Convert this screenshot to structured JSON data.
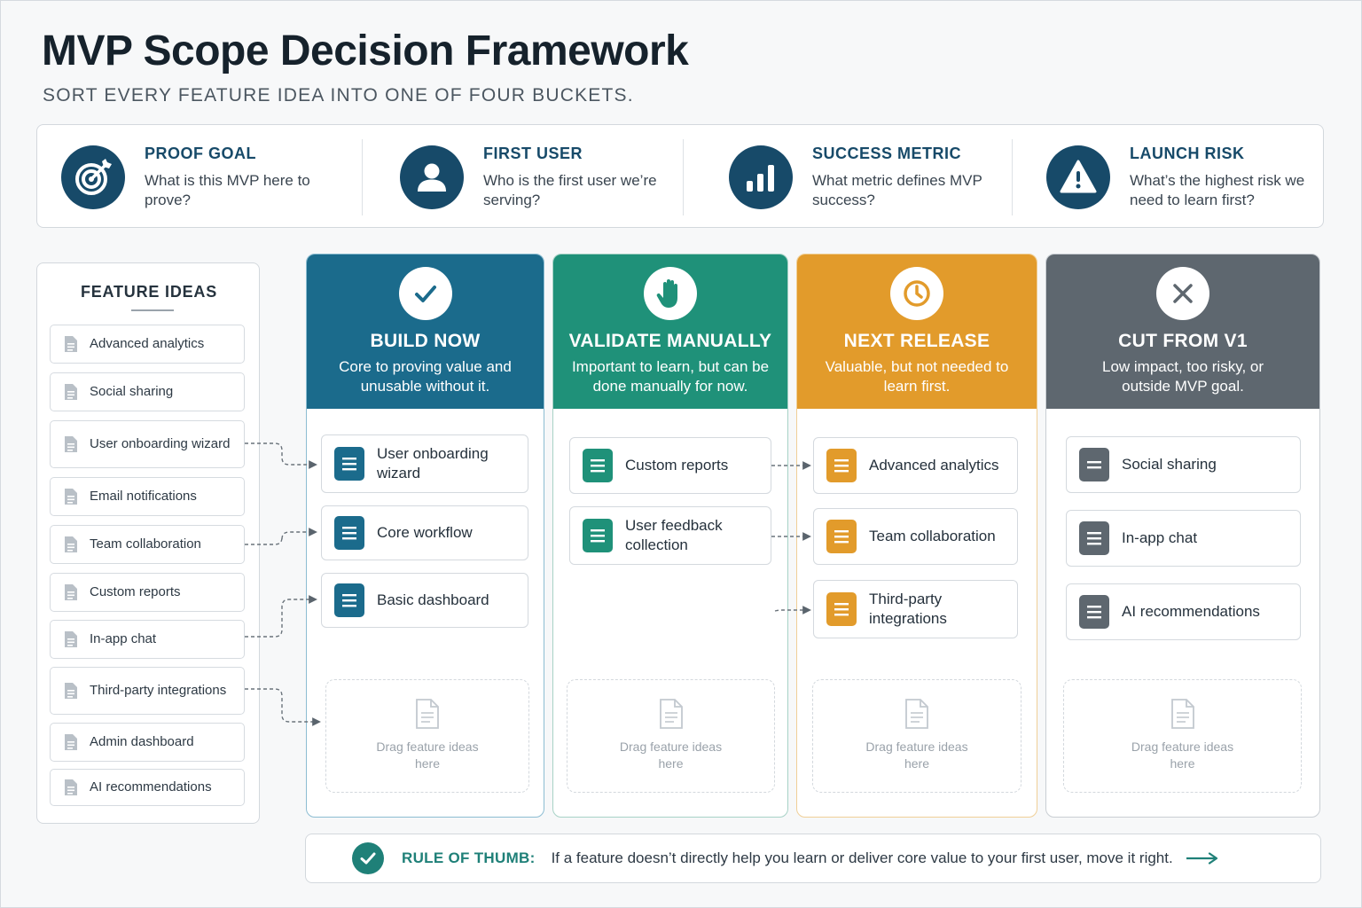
{
  "title": "MVP Scope Decision Framework",
  "subtitle": "SORT EVERY FEATURE IDEA INTO ONE OF FOUR BUCKETS.",
  "questions": [
    {
      "icon": "target-icon",
      "title": "PROOF GOAL",
      "desc": "What is this MVP here to prove?"
    },
    {
      "icon": "user-icon",
      "title": "FIRST USER",
      "desc": "Who is the first user we’re serving?"
    },
    {
      "icon": "bar-chart-icon",
      "title": "SUCCESS METRIC",
      "desc": "What metric defines MVP success?"
    },
    {
      "icon": "warning-icon",
      "title": "LAUNCH RISK",
      "desc": "What’s the highest risk we need to learn first?"
    }
  ],
  "feature_ideas": {
    "title": "FEATURE IDEAS",
    "items": [
      "Advanced analytics",
      "Social sharing",
      "User onboarding wizard",
      "Email notifications",
      "Team collaboration",
      "Custom reports",
      "In-app chat",
      "Third-party integrations",
      "Admin dashboard",
      "AI recommendations"
    ]
  },
  "columns": [
    {
      "title": "BUILD NOW",
      "desc": "Core to proving value and unusable without it.",
      "color": "#1b6b8c",
      "icon": "checkmark-icon",
      "cards": [
        "User onboarding wizard",
        "Core workflow",
        "Basic dashboard"
      ],
      "drop_label": "Drag feature ideas here"
    },
    {
      "title": "VALIDATE MANUALLY",
      "desc": "Important to learn, but can be done manually for now.",
      "color": "#1f9179",
      "icon": "hand-icon",
      "cards": [
        "Custom reports",
        "User feedback collection"
      ],
      "drop_label": "Drag feature ideas here"
    },
    {
      "title": "NEXT RELEASE",
      "desc": "Valuable, but not needed to learn first.",
      "color": "#e29b2b",
      "icon": "clock-icon",
      "cards": [
        "Advanced analytics",
        "Team collaboration",
        "Third-party integrations"
      ],
      "drop_label": "Drag feature ideas here"
    },
    {
      "title": "CUT FROM V1",
      "desc": "Low impact, too risky, or outside MVP goal.",
      "color": "#5e676f",
      "icon": "x-icon",
      "cards": [
        "Social sharing",
        "In-app chat",
        "AI recommendations"
      ],
      "drop_label": "Drag feature ideas here"
    }
  ],
  "rule": {
    "title": "RULE OF THUMB:",
    "text": "If a feature doesn’t directly help you learn or deliver core value to your first user, move it right."
  },
  "colors": {
    "navy": "#174a69",
    "teal_rule": "#1f8078"
  }
}
